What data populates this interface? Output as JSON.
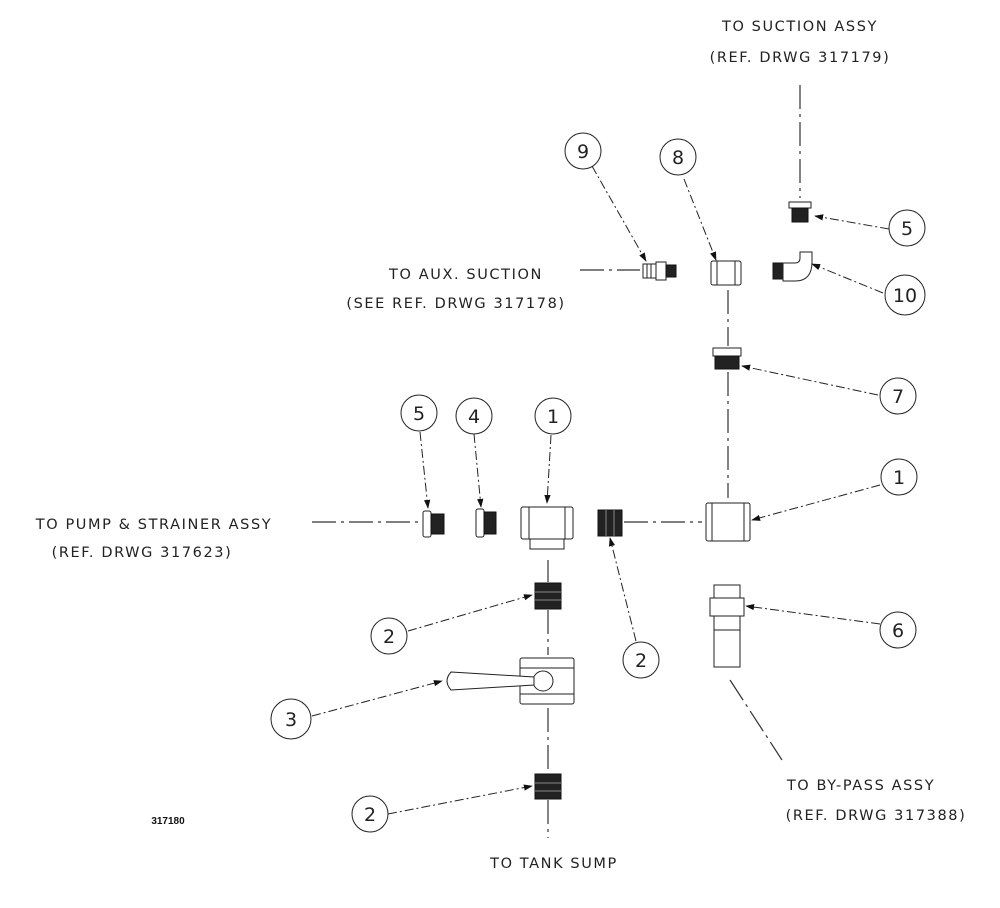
{
  "callouts": {
    "to_suction": "TO SUCTION ASSY",
    "to_suction_ref": "(REF. DRWG 317179)",
    "to_aux": "TO AUX. SUCTION",
    "to_aux_ref": "(SEE REF. DRWG 317178)",
    "to_pump": "TO PUMP & STRAINER ASSY",
    "to_pump_ref": "(REF. DRWG 317623)",
    "to_bypass": "TO BY-PASS ASSY",
    "to_bypass_ref": "(REF. DRWG 317388)",
    "to_tank": "TO TANK SUMP"
  },
  "drawing_number": "317180",
  "balloons": {
    "b9": "9",
    "b8": "8",
    "b5_top": "5",
    "b10": "10",
    "b7": "7",
    "b5_left": "5",
    "b4": "4",
    "b1_left": "1",
    "b1_right": "1",
    "b2_upper": "2",
    "b2_mid": "2",
    "b6": "6",
    "b3": "3",
    "b2_lower": "2"
  }
}
